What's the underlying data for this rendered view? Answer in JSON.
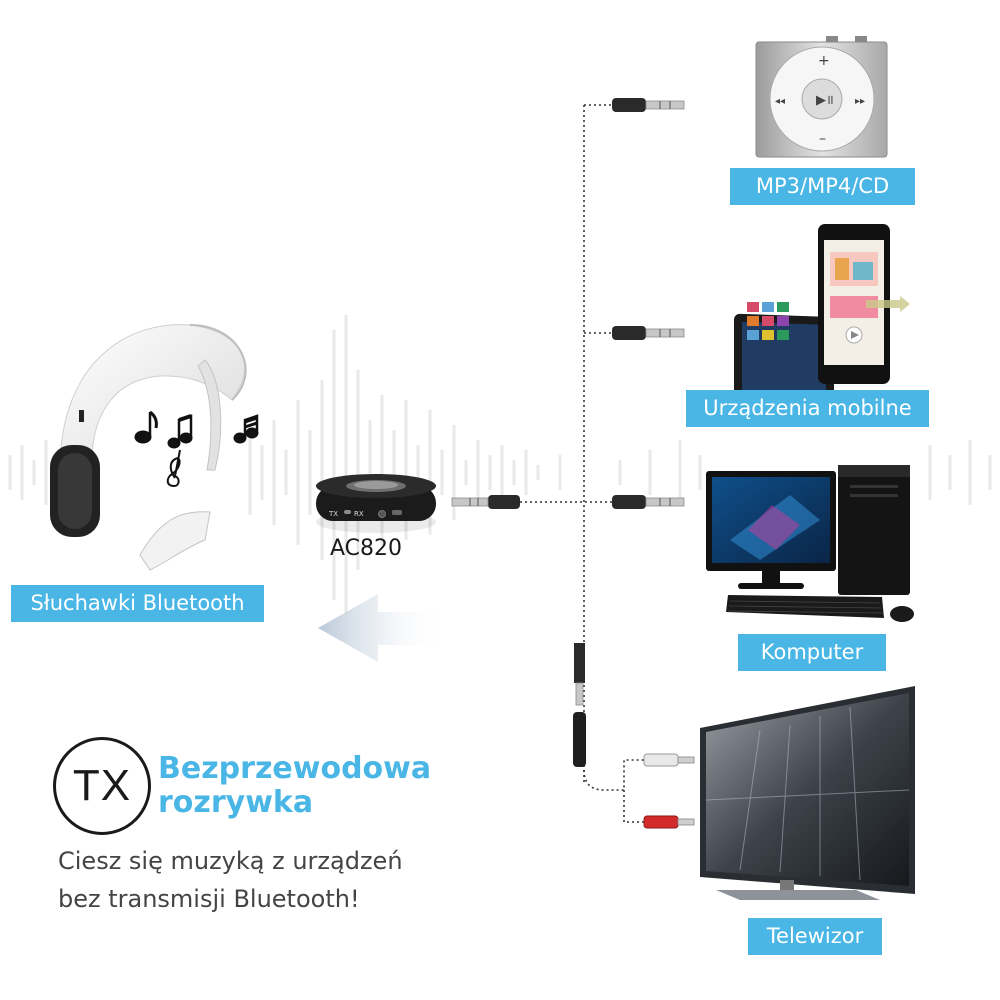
{
  "labels": {
    "mp3": "MP3/MP4/CD",
    "mobile": "Urządzenia mobilne",
    "computer": "Komputer",
    "tv": "Telewizor",
    "headphones": "Słuchawki Bluetooth"
  },
  "device": {
    "name": "AC820",
    "tx": "TX",
    "rx": "RX"
  },
  "badge": {
    "mode": "TX"
  },
  "headline": {
    "line1": "Bezprzewodowa",
    "line2": "rozrywka"
  },
  "description": {
    "line1": "Ciesz się muzyką z urządzeń",
    "line2": "bez transmisji Bluetooth!"
  },
  "colors": {
    "accent": "#49b6e6",
    "text_dark": "#1a1a1a",
    "text_gray": "#444444"
  }
}
